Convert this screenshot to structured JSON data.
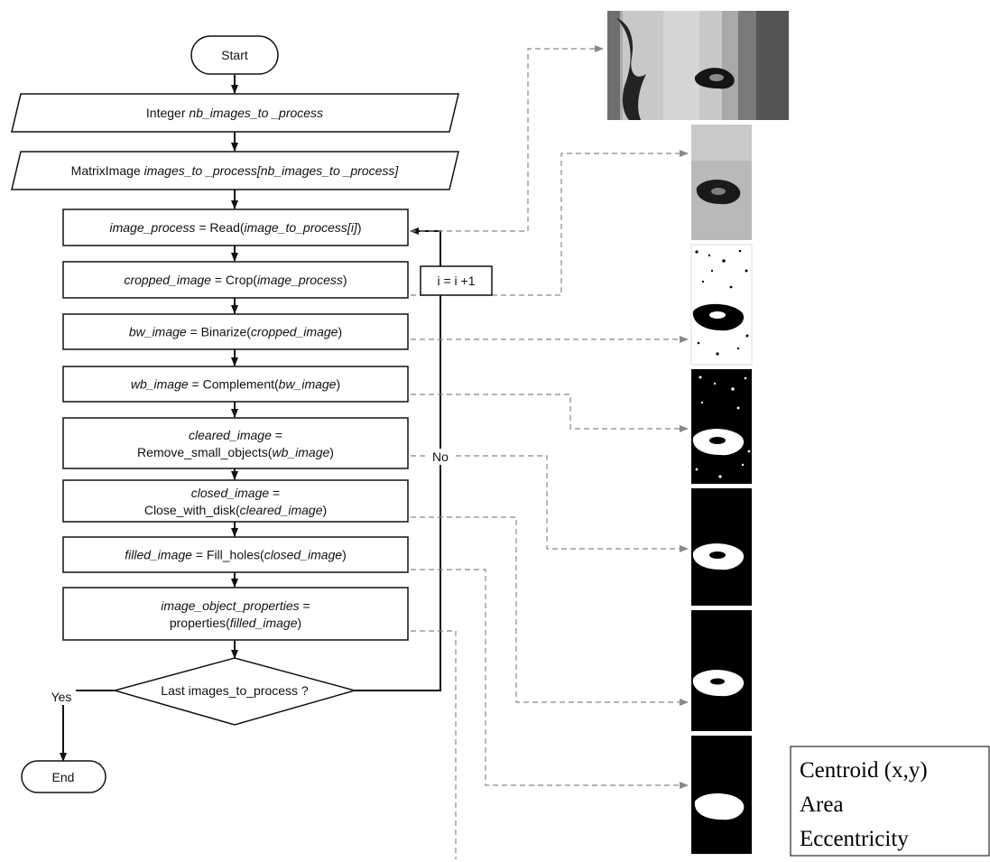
{
  "start": "Start",
  "end": "End",
  "nb_decl": [
    "Integer ",
    "nb_images_to _process"
  ],
  "matrix_decl": [
    "MatrixImage ",
    "images_to _process[nb_images_to _process]"
  ],
  "steps": [
    {
      "line1": [
        [
          "image_process",
          true
        ],
        [
          " = Read(",
          false
        ],
        [
          "image_to_process[i]",
          true
        ],
        [
          ")",
          false
        ]
      ]
    },
    {
      "line1": [
        [
          "cropped_image",
          true
        ],
        [
          " = Crop(",
          false
        ],
        [
          "image_process",
          true
        ],
        [
          ")",
          false
        ]
      ]
    },
    {
      "line1": [
        [
          "bw_image",
          true
        ],
        [
          " = Binarize(",
          false
        ],
        [
          "cropped_image",
          true
        ],
        [
          ")",
          false
        ]
      ]
    },
    {
      "line1": [
        [
          "wb_image",
          true
        ],
        [
          " = Complement(",
          false
        ],
        [
          "bw_image",
          true
        ],
        [
          ")",
          false
        ]
      ]
    },
    {
      "line1": [
        [
          "cleared_image",
          true
        ],
        [
          " =",
          false
        ]
      ],
      "line2": [
        [
          "Remove_small_objects(",
          false
        ],
        [
          "wb_image",
          true
        ],
        [
          ")",
          false
        ]
      ]
    },
    {
      "line1": [
        [
          "closed_image",
          true
        ],
        [
          " =",
          false
        ]
      ],
      "line2": [
        [
          "Close_with_disk(",
          false
        ],
        [
          "cleared_image",
          true
        ],
        [
          ")",
          false
        ]
      ]
    },
    {
      "line1": [
        [
          "filled_image",
          true
        ],
        [
          " = Fill_holes(",
          false
        ],
        [
          "closed_image",
          true
        ],
        [
          ")",
          false
        ]
      ]
    },
    {
      "line1": [
        [
          "image_object_properties",
          true
        ],
        [
          " =",
          false
        ]
      ],
      "line2": [
        [
          "properties(",
          false
        ],
        [
          "filled_image",
          true
        ],
        [
          ")",
          false
        ]
      ]
    }
  ],
  "counter": "i = i +1",
  "decision": "Last images_to_process ?",
  "yes_label": "Yes",
  "no_label": "No",
  "properties": [
    "Centroid (x,y)",
    "Area",
    "Eccentricity"
  ]
}
